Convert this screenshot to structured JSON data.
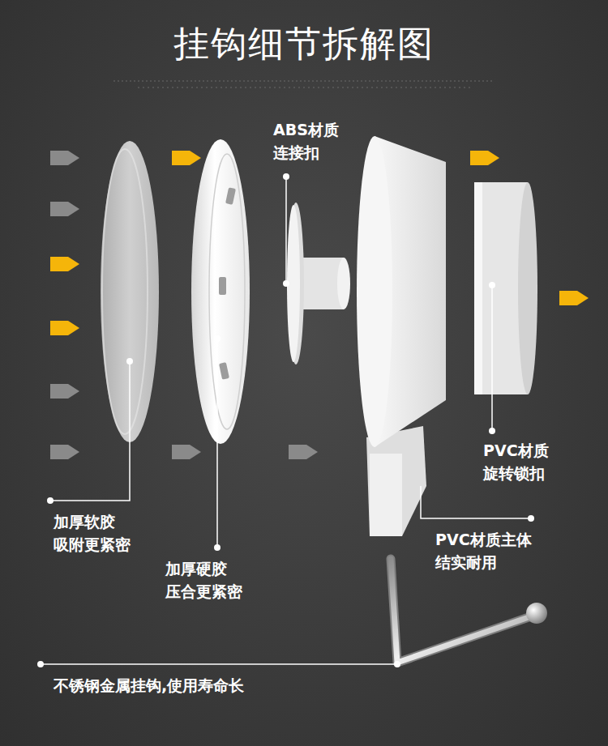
{
  "diagram": {
    "title": "挂钩细节拆解图",
    "labels": [
      "ABS材质 连接扣",
      "PVC材质 旋转锁扣",
      "加厚软胶 吸附更紧密",
      "加厚硬胶 压合更紧密",
      "PVC材质主体 结实耐用",
      "不锈钢金属挂钩,使用寿命长"
    ]
  }
}
